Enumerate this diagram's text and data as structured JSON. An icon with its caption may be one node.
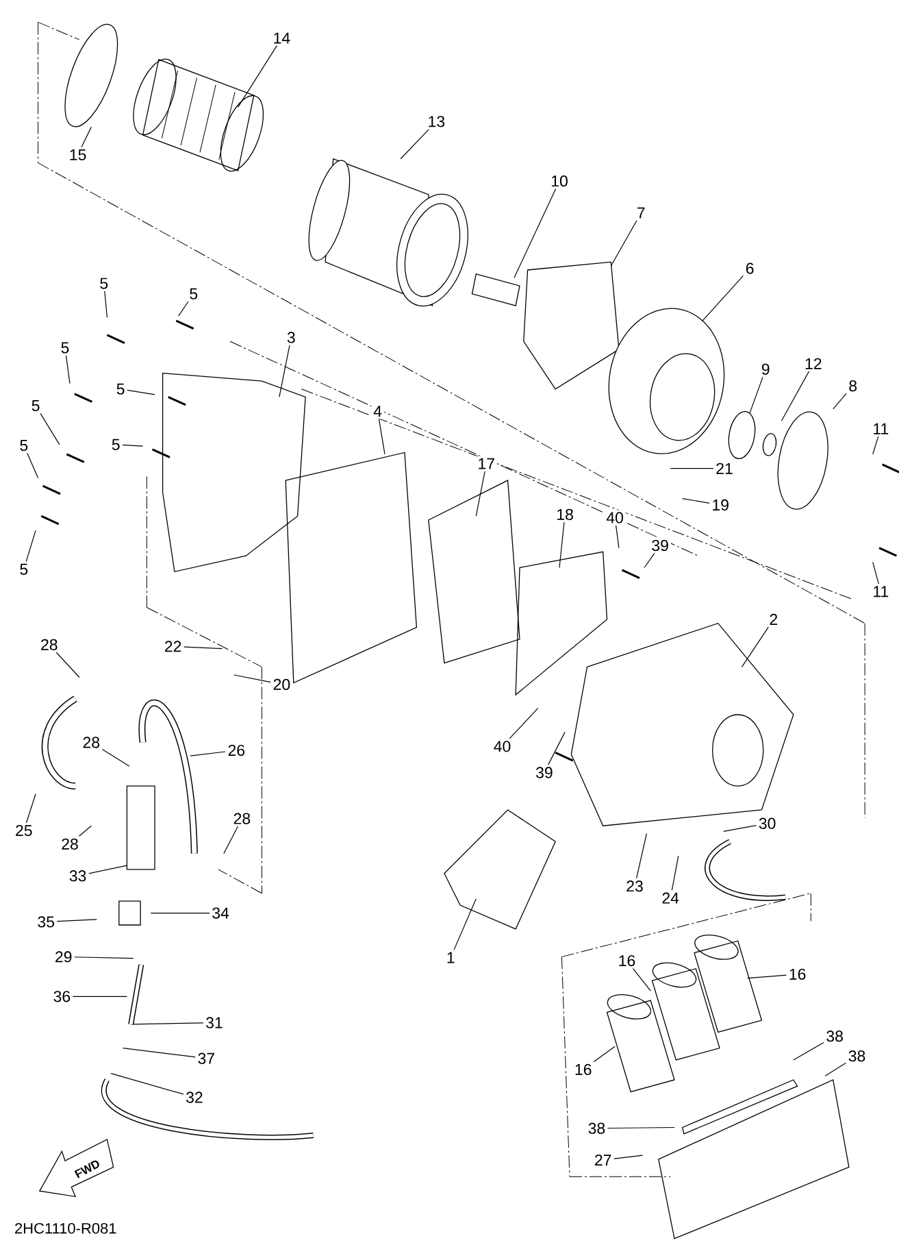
{
  "diagram": {
    "nodes": [
      {
        "text": [
          "14"
        ]
      },
      {
        "text": [
          "15"
        ]
      },
      {
        "text": [
          "13"
        ]
      },
      {
        "text": [
          "10"
        ]
      },
      {
        "text": [
          "7"
        ]
      },
      {
        "text": [
          "6"
        ]
      },
      {
        "text": [
          "5"
        ]
      },
      {
        "text": [
          "5"
        ]
      },
      {
        "text": [
          "3"
        ]
      },
      {
        "text": [
          "5"
        ]
      },
      {
        "text": [
          "9"
        ]
      },
      {
        "text": [
          "12"
        ]
      },
      {
        "text": [
          "8"
        ]
      },
      {
        "text": [
          "5"
        ]
      },
      {
        "text": [
          "5"
        ]
      },
      {
        "text": [
          "4"
        ]
      },
      {
        "text": [
          "11"
        ]
      },
      {
        "text": [
          "5"
        ]
      },
      {
        "text": [
          "5"
        ]
      },
      {
        "text": [
          "17"
        ]
      },
      {
        "text": [
          "21"
        ]
      },
      {
        "text": [
          "19"
        ]
      },
      {
        "text": [
          "18"
        ]
      },
      {
        "text": [
          "40"
        ]
      },
      {
        "text": [
          "39"
        ]
      },
      {
        "text": [
          "5"
        ]
      },
      {
        "text": [
          "11"
        ]
      },
      {
        "text": [
          "2"
        ]
      },
      {
        "text": [
          "28"
        ]
      },
      {
        "text": [
          "22"
        ]
      },
      {
        "text": [
          "20"
        ]
      },
      {
        "text": [
          "40"
        ]
      },
      {
        "text": [
          "26"
        ]
      },
      {
        "text": [
          "28"
        ]
      },
      {
        "text": [
          "39"
        ]
      },
      {
        "text": [
          "30"
        ]
      },
      {
        "text": [
          "28"
        ]
      },
      {
        "text": [
          "25"
        ]
      },
      {
        "text": [
          "28"
        ]
      },
      {
        "text": [
          "33"
        ]
      },
      {
        "text": [
          "23"
        ]
      },
      {
        "text": [
          "24"
        ]
      },
      {
        "text": [
          "35"
        ]
      },
      {
        "text": [
          "34"
        ]
      },
      {
        "text": [
          "29"
        ]
      },
      {
        "text": [
          "1"
        ]
      },
      {
        "text": [
          "16"
        ]
      },
      {
        "text": [
          "16"
        ]
      },
      {
        "text": [
          "36"
        ]
      },
      {
        "text": [
          "31"
        ]
      },
      {
        "text": [
          "38"
        ]
      },
      {
        "text": [
          "38"
        ]
      },
      {
        "text": [
          "37"
        ]
      },
      {
        "text": [
          "16"
        ]
      },
      {
        "text": [
          "32"
        ]
      },
      {
        "text": [
          "38"
        ]
      },
      {
        "text": [
          "27"
        ]
      }
    ],
    "edges": [
      {
        "from": 0,
        "to": null,
        "arrow": "none"
      },
      {
        "from": 1,
        "to": null,
        "arrow": "none"
      },
      {
        "from": 2,
        "to": null,
        "arrow": "none"
      },
      {
        "from": 3,
        "to": null,
        "arrow": "none"
      },
      {
        "from": 4,
        "to": null,
        "arrow": "none"
      },
      {
        "from": 5,
        "to": null,
        "arrow": "none"
      },
      {
        "from": 6,
        "to": null,
        "arrow": "none"
      },
      {
        "from": 7,
        "to": null,
        "arrow": "none"
      },
      {
        "from": 8,
        "to": null,
        "arrow": "none"
      },
      {
        "from": 9,
        "to": null,
        "arrow": "none"
      },
      {
        "from": 10,
        "to": null,
        "arrow": "none"
      },
      {
        "from": 11,
        "to": null,
        "arrow": "none"
      },
      {
        "from": 12,
        "to": null,
        "arrow": "none"
      },
      {
        "from": 13,
        "to": null,
        "arrow": "none"
      },
      {
        "from": 14,
        "to": null,
        "arrow": "none"
      },
      {
        "from": 15,
        "to": null,
        "arrow": "none"
      },
      {
        "from": 16,
        "to": null,
        "arrow": "none"
      },
      {
        "from": 17,
        "to": null,
        "arrow": "none"
      },
      {
        "from": 18,
        "to": null,
        "arrow": "none"
      },
      {
        "from": 19,
        "to": null,
        "arrow": "none"
      },
      {
        "from": 20,
        "to": null,
        "arrow": "none"
      },
      {
        "from": 21,
        "to": null,
        "arrow": "none"
      },
      {
        "from": 22,
        "to": null,
        "arrow": "none"
      },
      {
        "from": 23,
        "to": null,
        "arrow": "none"
      },
      {
        "from": 24,
        "to": null,
        "arrow": "none"
      },
      {
        "from": 25,
        "to": null,
        "arrow": "none"
      },
      {
        "from": 26,
        "to": null,
        "arrow": "none"
      },
      {
        "from": 27,
        "to": null,
        "arrow": "none"
      },
      {
        "from": 28,
        "to": null,
        "arrow": "none"
      },
      {
        "from": 29,
        "to": null,
        "arrow": "none"
      },
      {
        "from": 30,
        "to": null,
        "arrow": "none"
      },
      {
        "from": 31,
        "to": null,
        "arrow": "none"
      },
      {
        "from": 32,
        "to": null,
        "arrow": "none"
      },
      {
        "from": 33,
        "to": null,
        "arrow": "none"
      },
      {
        "from": 34,
        "to": null,
        "arrow": "none"
      },
      {
        "from": 35,
        "to": null,
        "arrow": "none"
      },
      {
        "from": 36,
        "to": null,
        "arrow": "none"
      },
      {
        "from": 37,
        "to": null,
        "arrow": "none"
      },
      {
        "from": 38,
        "to": null,
        "arrow": "none"
      },
      {
        "from": 39,
        "to": null,
        "arrow": "none"
      },
      {
        "from": 40,
        "to": null,
        "arrow": "none"
      },
      {
        "from": 41,
        "to": null,
        "arrow": "none"
      },
      {
        "from": 42,
        "to": null,
        "arrow": "none"
      },
      {
        "from": 43,
        "to": null,
        "arrow": "none"
      },
      {
        "from": 44,
        "to": null,
        "arrow": "none"
      },
      {
        "from": 45,
        "to": null,
        "arrow": "none"
      },
      {
        "from": 46,
        "to": null,
        "arrow": "none"
      },
      {
        "from": 47,
        "to": null,
        "arrow": "none"
      },
      {
        "from": 48,
        "to": null,
        "arrow": "none"
      },
      {
        "from": 49,
        "to": null,
        "arrow": "none"
      },
      {
        "from": 50,
        "to": null,
        "arrow": "none"
      },
      {
        "from": 51,
        "to": null,
        "arrow": "none"
      },
      {
        "from": 52,
        "to": null,
        "arrow": "none"
      },
      {
        "from": 53,
        "to": null,
        "arrow": "none"
      },
      {
        "from": 54,
        "to": null,
        "arrow": "none"
      },
      {
        "from": 55,
        "to": null,
        "arrow": "none"
      },
      {
        "from": 56,
        "to": null,
        "arrow": "none"
      }
    ],
    "labels": [
      "FWD",
      "2HC1110-R081"
    ]
  }
}
